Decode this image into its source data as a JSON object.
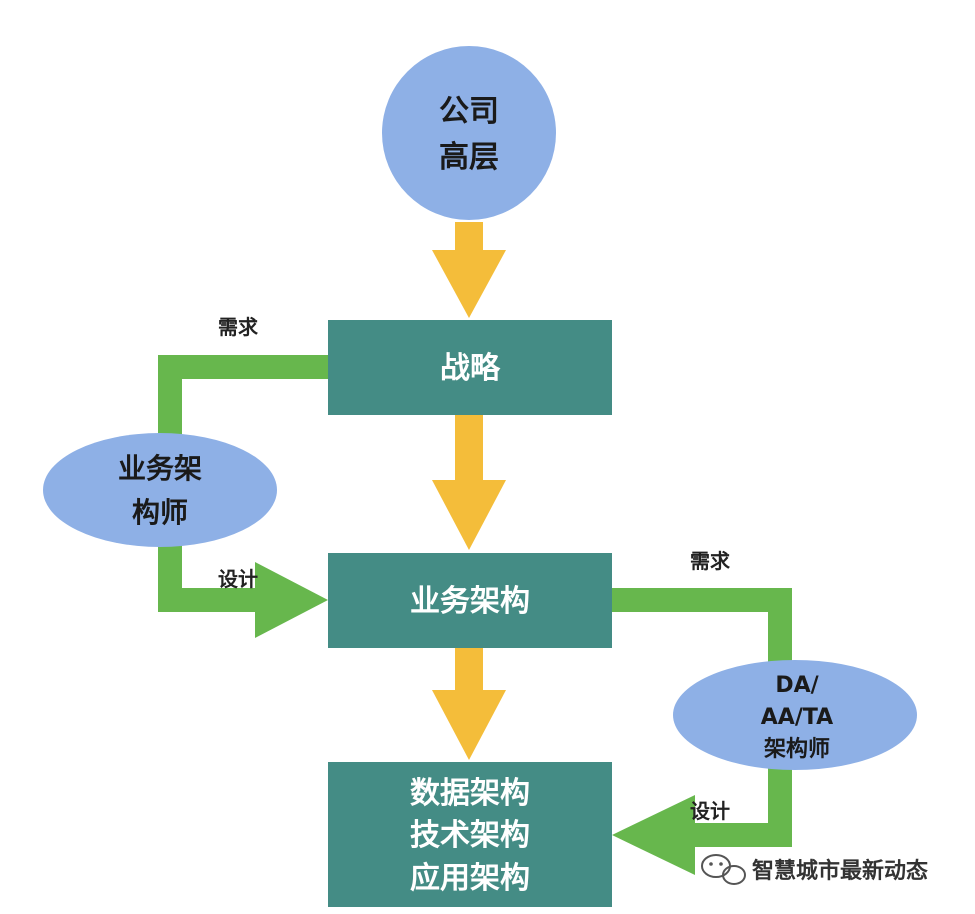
{
  "colors": {
    "box_fill": "#448c85",
    "ellipse_fill": "#8eb0e6",
    "flow_arrow": "#f4bd3a",
    "feedback_arrow": "#67b74d",
    "box_text": "#ffffff"
  },
  "nodes": {
    "top_leadership": {
      "lines": [
        "公司",
        "高层"
      ]
    },
    "strategy": {
      "label": "战略"
    },
    "business_architecture": {
      "label": "业务架构"
    },
    "implementation": {
      "lines": [
        "数据架构",
        "技术架构",
        "应用架构"
      ]
    },
    "business_architect": {
      "lines": [
        "业务架",
        "构师"
      ]
    },
    "da_aa_ta_architect": {
      "lines": [
        "DA/",
        "AA/TA",
        "架构师"
      ]
    }
  },
  "edge_labels": {
    "left_requirement": "需求",
    "left_design": "设计",
    "right_requirement": "需求",
    "right_design": "设计"
  },
  "watermark": {
    "icon": "wechat-icon",
    "text": "智慧城市最新动态"
  }
}
